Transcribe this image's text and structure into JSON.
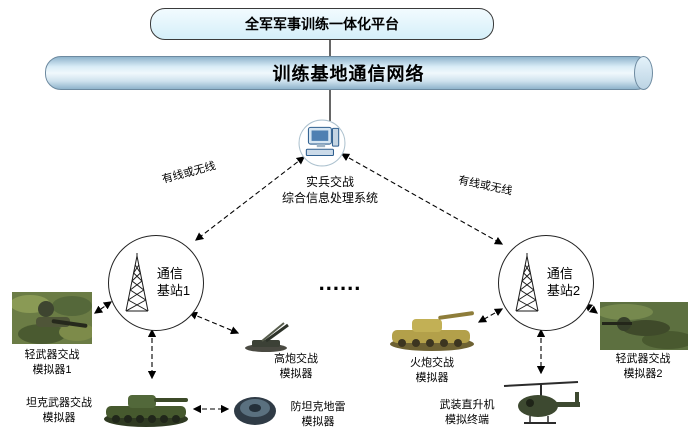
{
  "diagram": {
    "platform_label": "全军军事训练一体化平台",
    "network_label": "训练基地通信网络",
    "processor_label": "实兵交战\n综合信息处理系统",
    "link_label_left": "有线或无线",
    "link_label_right": "有线或无线",
    "ellipsis": "......",
    "base_station_1": "通信\n基站1",
    "base_station_2": "通信\n基站2",
    "devices": {
      "light_weapon_1": "轻武器交战\n模拟器1",
      "aa_gun": "高炮交战\n模拟器",
      "tank": "坦克武器交战\n模拟器",
      "mine": "防坦克地雷\n模拟器",
      "artillery": "火炮交战\n模拟器",
      "helicopter": "武装直升机\n模拟终端",
      "light_weapon_2": "轻武器交战\n模拟器2"
    },
    "colors": {
      "platform_fill": "#d5eff9",
      "cylinder_fill": "#cfe2ee"
    }
  }
}
